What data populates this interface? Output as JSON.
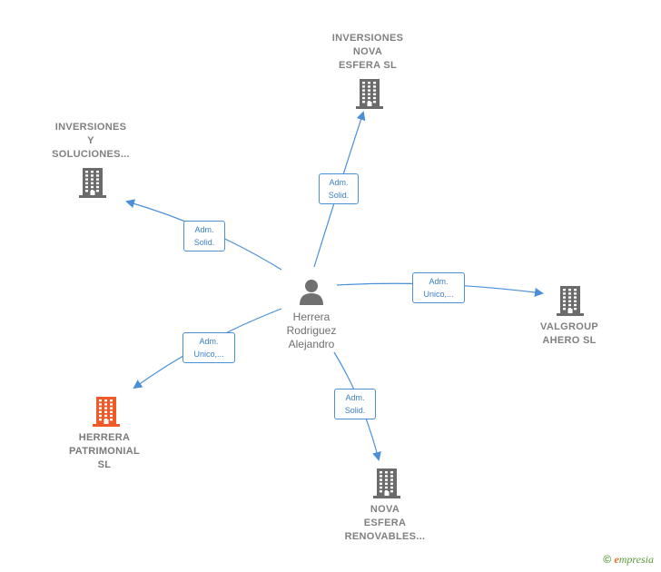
{
  "center": {
    "name_lines": [
      "Herrera",
      "Rodriguez",
      "Alejandro"
    ]
  },
  "companies": [
    {
      "id": "inversiones-nova-esfera",
      "lines": [
        "INVERSIONES",
        "NOVA",
        "ESFERA  SL"
      ],
      "color": "#6b6b6b"
    },
    {
      "id": "inversiones-y-soluciones",
      "lines": [
        "INVERSIONES",
        "Y",
        "SOLUCIONES..."
      ],
      "color": "#6b6b6b"
    },
    {
      "id": "valgroup-ahero",
      "lines": [
        "VALGROUP",
        "AHERO  SL"
      ],
      "color": "#6b6b6b"
    },
    {
      "id": "herrera-patrimonial",
      "lines": [
        "HERRERA",
        "PATRIMONIAL",
        "SL"
      ],
      "color": "#f05a28"
    },
    {
      "id": "nova-esfera-renovables",
      "lines": [
        "NOVA",
        "ESFERA",
        "RENOVABLES..."
      ],
      "color": "#6b6b6b"
    }
  ],
  "edges": [
    {
      "to": "inversiones-nova-esfera",
      "label_lines": [
        "Adm.",
        "Solid."
      ]
    },
    {
      "to": "inversiones-y-soluciones",
      "label_lines": [
        "Adm.",
        "Solid."
      ]
    },
    {
      "to": "valgroup-ahero",
      "label_lines": [
        "Adm.",
        "Unico,..."
      ]
    },
    {
      "to": "herrera-patrimonial",
      "label_lines": [
        "Adm.",
        "Unico,..."
      ]
    },
    {
      "to": "nova-esfera-renovables",
      "label_lines": [
        "Adm.",
        "Solid."
      ]
    }
  ],
  "colors": {
    "edge": "#4a90d9",
    "company_default": "#6b6b6b",
    "company_highlight": "#f05a28",
    "person": "#707070"
  },
  "watermark": {
    "copyright": "©",
    "brand_initial": "e",
    "brand_rest": "mpresia"
  }
}
